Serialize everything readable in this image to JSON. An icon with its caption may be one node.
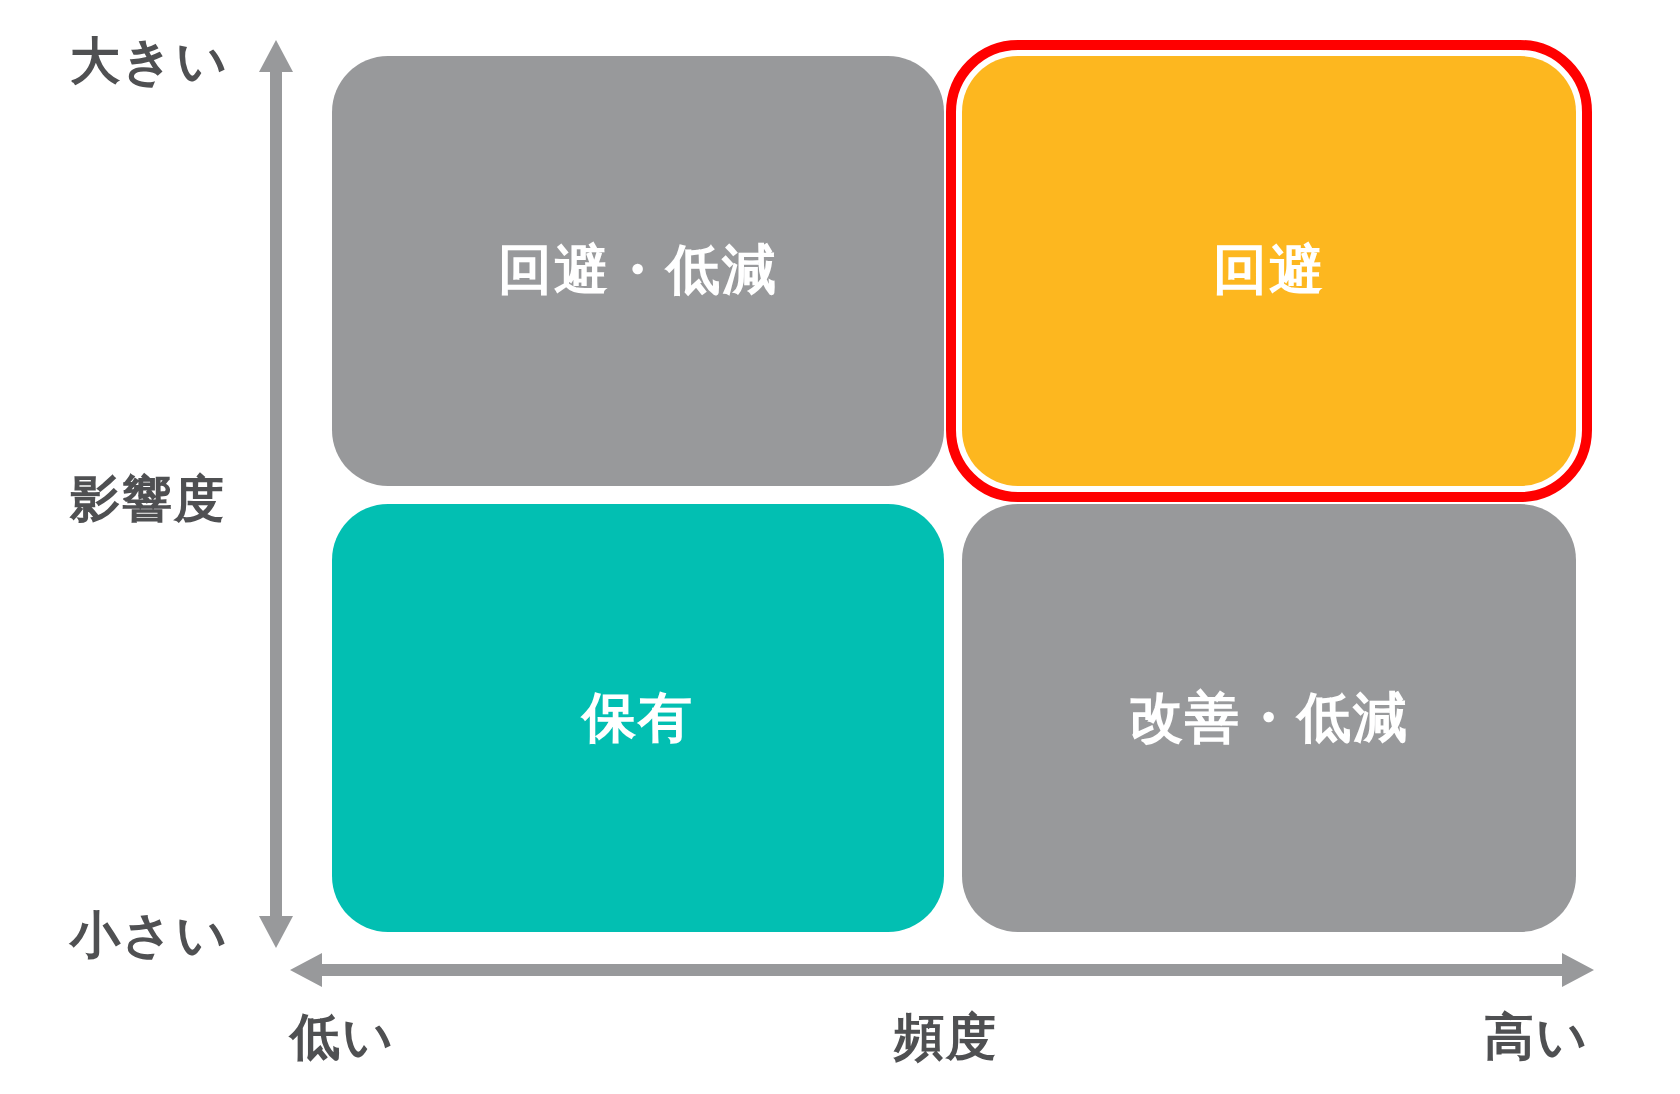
{
  "diagram": {
    "nodes": [
      {
        "text": [
          "回避・低減"
        ]
      },
      {
        "text": [
          "回避"
        ]
      },
      {
        "text": [
          "保有"
        ]
      },
      {
        "text": [
          "改善・低減"
        ]
      }
    ],
    "labels": [
      "大きい",
      "影響度",
      "小さい",
      "低い",
      "頻度",
      "高い"
    ]
  }
}
